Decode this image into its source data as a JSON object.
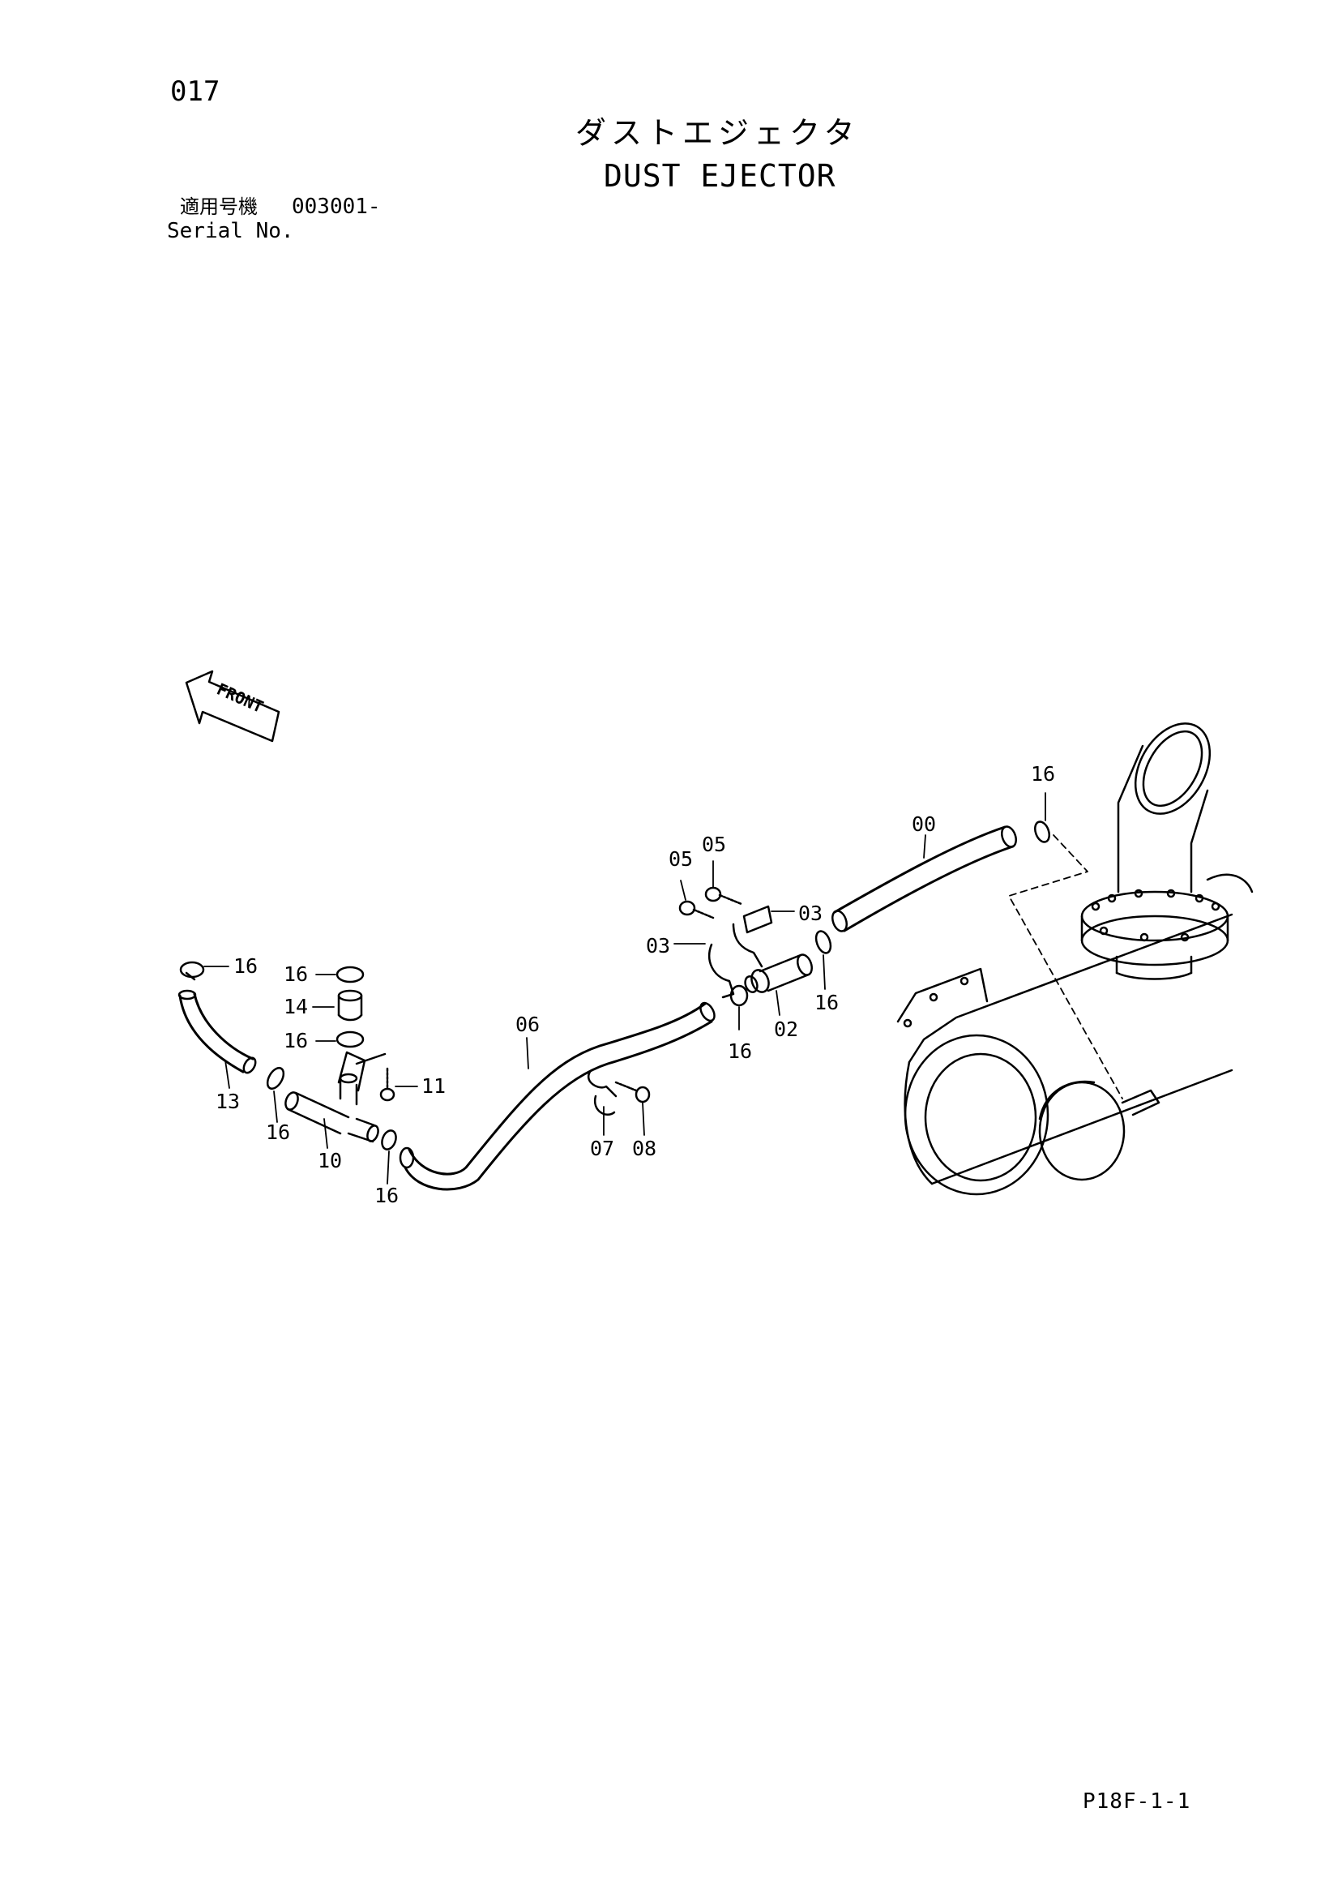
{
  "header": {
    "page_number": "017",
    "title_ja": "ダストエジェクタ",
    "title_en": "DUST EJECTOR",
    "serial_label_ja": "適用号機",
    "serial_value": "003001-",
    "serial_label_en": "Serial No."
  },
  "direction_marker": {
    "label": "FRONT"
  },
  "callouts": {
    "part_00": "00",
    "part_02": "02",
    "part_03a": "03",
    "part_03b": "03",
    "part_05a": "05",
    "part_05b": "05",
    "part_06": "06",
    "part_07": "07",
    "part_08": "08",
    "part_10": "10",
    "part_11": "11",
    "part_13": "13",
    "part_14": "14",
    "part_16a": "16",
    "part_16b": "16",
    "part_16c": "16",
    "part_16d": "16",
    "part_16e": "16",
    "part_16f": "16",
    "part_16g": "16",
    "part_16h": "16"
  },
  "footer": {
    "sheet_code": "P18F-1-1"
  }
}
